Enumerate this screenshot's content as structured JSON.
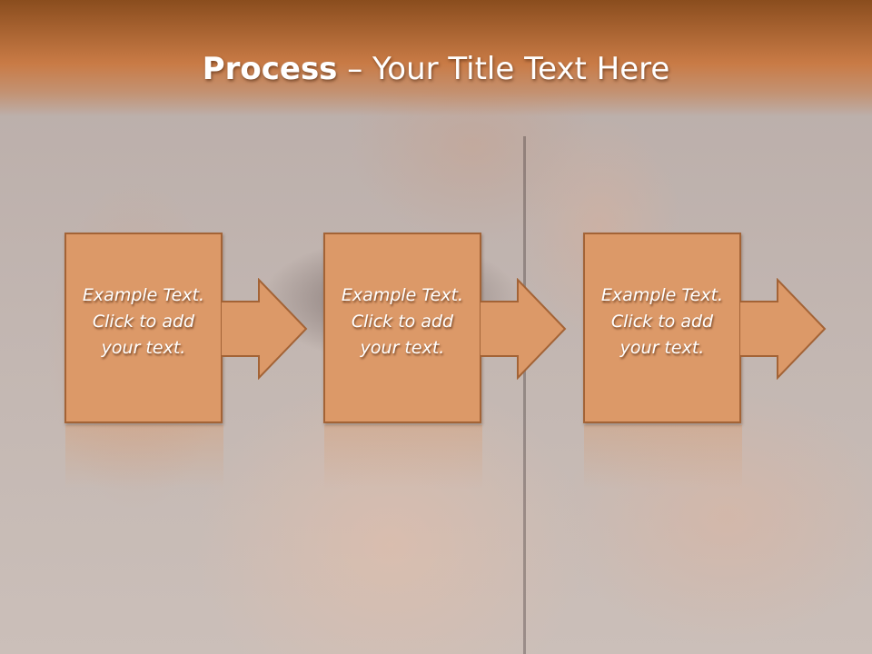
{
  "slide": {
    "title_bold": "Process",
    "title_rest": " – Your Title Text Here"
  },
  "steps": [
    {
      "text": "Example Text. Click  to add your text."
    },
    {
      "text": "Example Text. Click  to add your text."
    },
    {
      "text": "Example Text. Click  to add your text."
    }
  ],
  "colors": {
    "header_dark": "#8a4d1e",
    "header_light": "#c97b46",
    "box_fill": "#dc9968",
    "box_border": "#a36336",
    "background": "#c9bfba",
    "text": "#ffffff"
  },
  "icons": [
    "right-arrow-icon"
  ]
}
